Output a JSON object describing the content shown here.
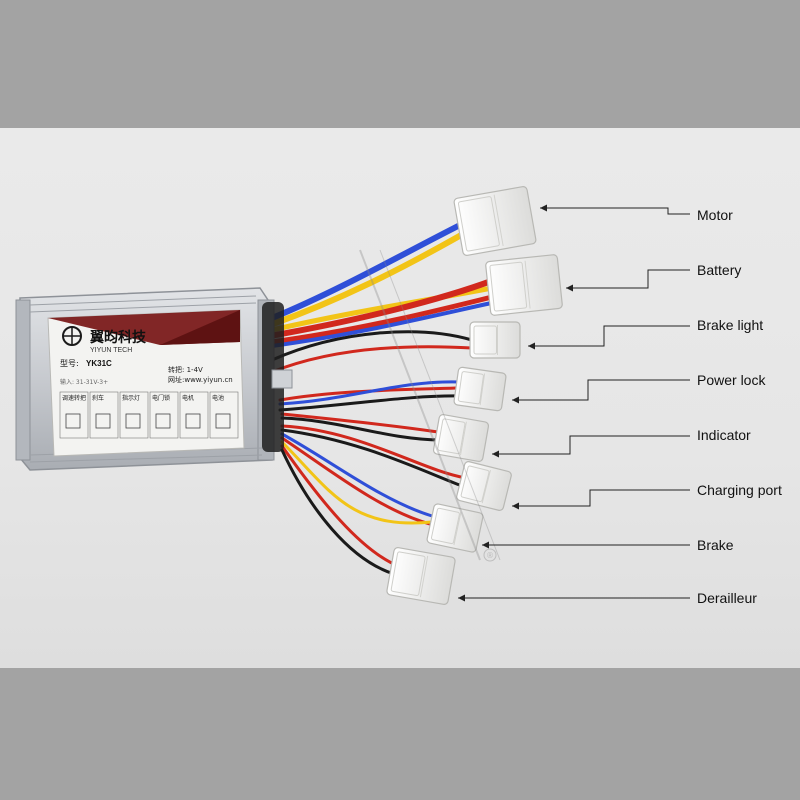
{
  "product": {
    "brand_cn": "翼昀科技",
    "brand_en": "YIYUN TECH",
    "model_label": "型号:",
    "model": "YK31C",
    "spec_turn": "转把: 1-4V",
    "website": "网址:www.yiyun.cn",
    "spec_input": "输入: 31-31V-3+",
    "port_labels": [
      "调速转把",
      "刹车",
      "指示灯",
      "电门锁",
      "电机",
      "电池"
    ],
    "watermark": "®"
  },
  "labels": [
    {
      "id": "motor",
      "text": "Motor"
    },
    {
      "id": "battery",
      "text": "Battery"
    },
    {
      "id": "brake-light",
      "text": "Brake light"
    },
    {
      "id": "power-lock",
      "text": "Power lock"
    },
    {
      "id": "indicator",
      "text": "Indicator"
    },
    {
      "id": "charging-port",
      "text": "Charging port"
    },
    {
      "id": "brake",
      "text": "Brake"
    },
    {
      "id": "derailleur",
      "text": "Derailleur"
    }
  ],
  "colors": {
    "wire_red": "#d1281d",
    "wire_yellow": "#f2c417",
    "wire_blue": "#2f4fd8",
    "wire_black": "#1a1a1a",
    "case": "#c9ccd1",
    "connector": "#f4f4f2",
    "accent": "#7a1a1a"
  }
}
